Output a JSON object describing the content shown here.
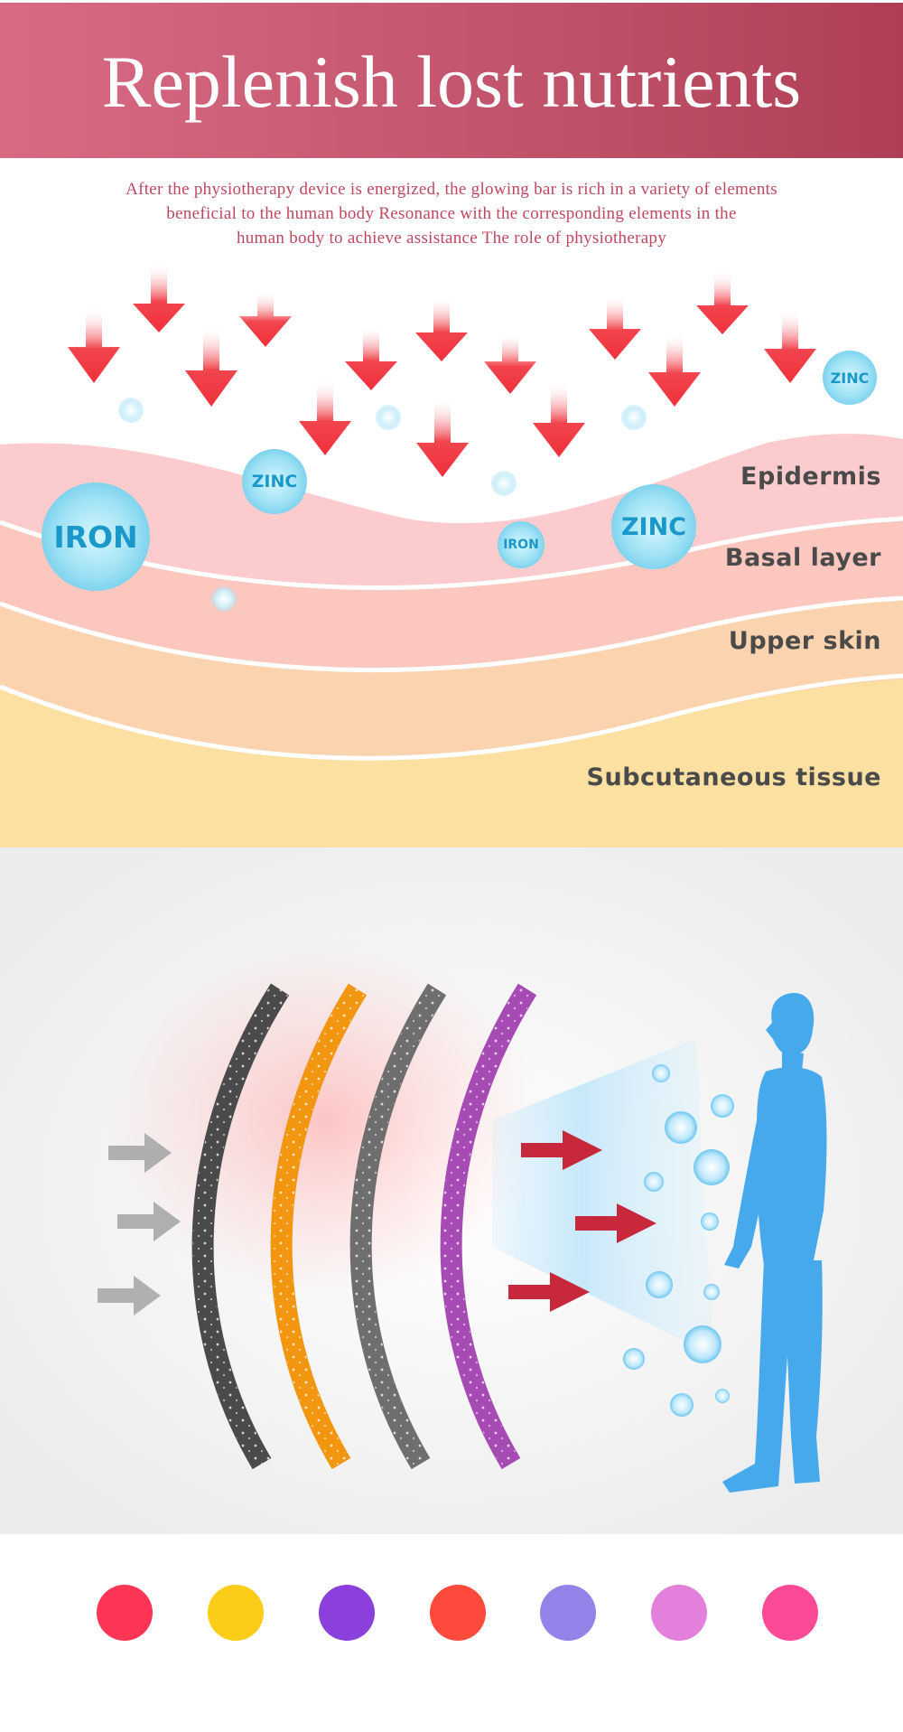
{
  "header": {
    "title": "Replenish lost nutrients"
  },
  "intro": {
    "lines": [
      "After the physiotherapy device is energized, the glowing bar is rich in a variety of elements",
      "beneficial to the human body Resonance with the corresponding elements in the",
      "human body to achieve assistance The role of physiotherapy"
    ]
  },
  "skin_layers": {
    "epidermis": "Epidermis",
    "basal": "Basal layer",
    "upper": "Upper skin",
    "subcutaneous": "Subcutaneous tissue"
  },
  "elements": {
    "iron": "IRON",
    "zinc": "ZINC"
  },
  "colors": {
    "banner": "#c4576f",
    "arrow_red": "#f0303a",
    "bubble": "#8fdcf2",
    "bar_dark": "#4a4a4a",
    "bar_orange": "#f2960f",
    "bar_gray": "#6e6e6e",
    "bar_purple": "#a64bb3",
    "silhouette": "#45a9ec",
    "swatches": [
      "#fe3555",
      "#fccd18",
      "#8b3fdb",
      "#fd4a3c",
      "#9283e8",
      "#e380dc",
      "#fd4a96"
    ]
  }
}
